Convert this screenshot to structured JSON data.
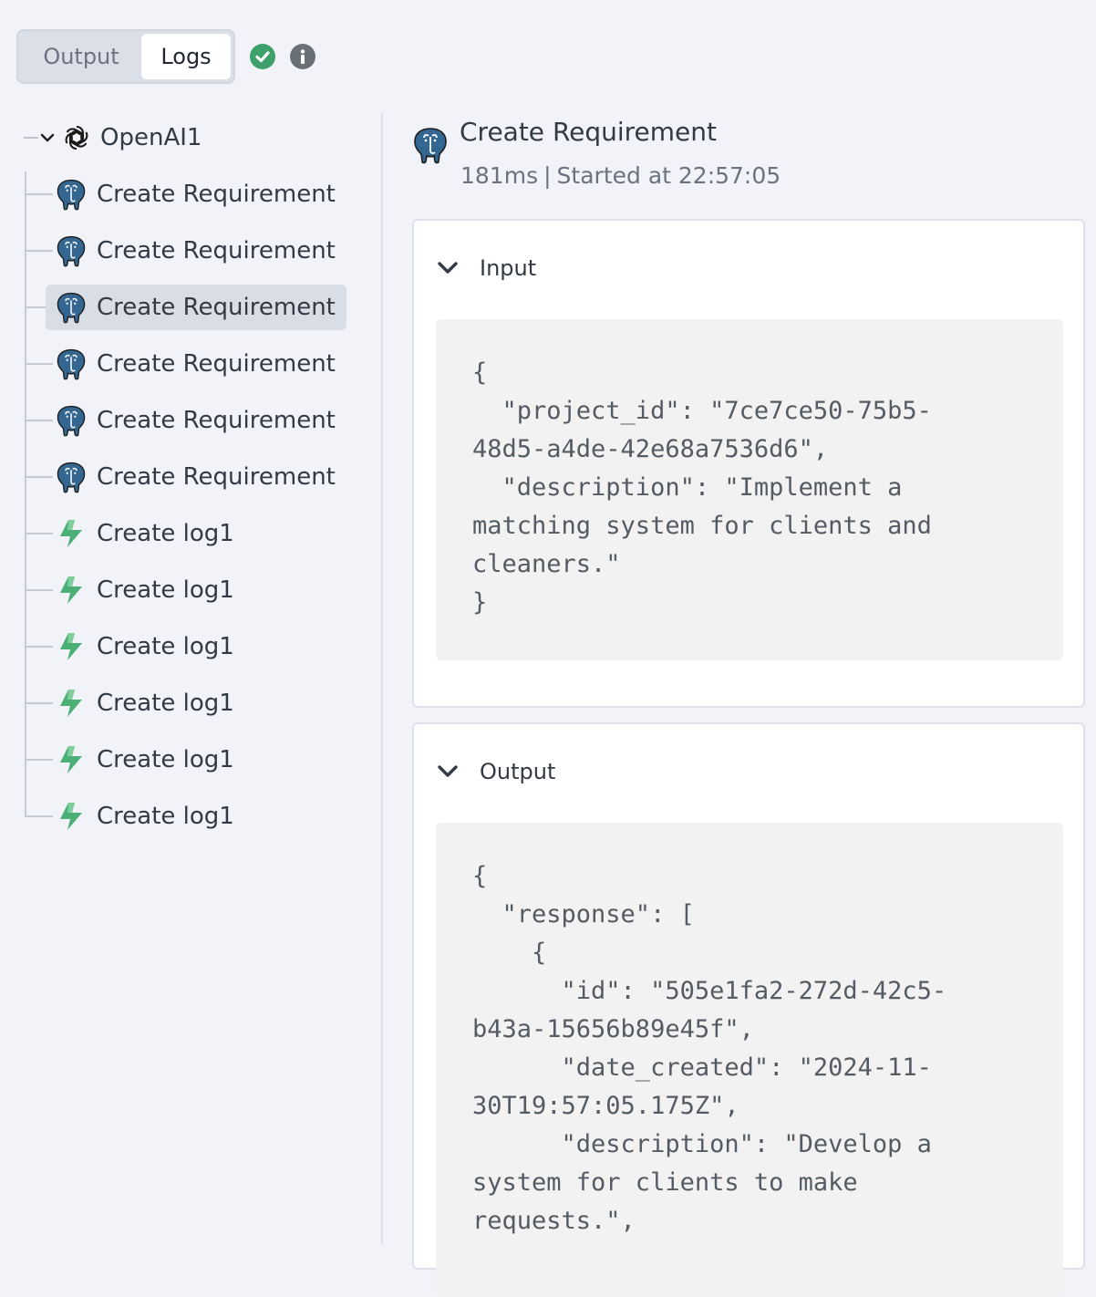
{
  "toggle": {
    "output_label": "Output",
    "logs_label": "Logs",
    "active": "Logs"
  },
  "colors": {
    "success": "#3ea16b",
    "postgres_blue": "#336791",
    "flash_green": "#4caf76"
  },
  "tree": {
    "root": {
      "label": "OpenAI1",
      "icon": "openai-icon"
    },
    "items": [
      {
        "label": "Create Requirement",
        "icon": "postgres-icon",
        "selected": false
      },
      {
        "label": "Create Requirement",
        "icon": "postgres-icon",
        "selected": false
      },
      {
        "label": "Create Requirement",
        "icon": "postgres-icon",
        "selected": true
      },
      {
        "label": "Create Requirement",
        "icon": "postgres-icon",
        "selected": false
      },
      {
        "label": "Create Requirement",
        "icon": "postgres-icon",
        "selected": false
      },
      {
        "label": "Create Requirement",
        "icon": "postgres-icon",
        "selected": false
      },
      {
        "label": "Create log1",
        "icon": "flash-icon",
        "selected": false
      },
      {
        "label": "Create log1",
        "icon": "flash-icon",
        "selected": false
      },
      {
        "label": "Create log1",
        "icon": "flash-icon",
        "selected": false
      },
      {
        "label": "Create log1",
        "icon": "flash-icon",
        "selected": false
      },
      {
        "label": "Create log1",
        "icon": "flash-icon",
        "selected": false
      },
      {
        "label": "Create log1",
        "icon": "flash-icon",
        "selected": false
      }
    ]
  },
  "detail": {
    "title": "Create Requirement",
    "duration": "181ms",
    "started": "Started at 22:57:05",
    "input": {
      "label": "Input",
      "code": "{\n  \"project_id\": \"7ce7ce50-75b5-\n48d5-a4de-42e68a7536d6\",\n  \"description\": \"Implement a\nmatching system for clients and\ncleaners.\"\n}"
    },
    "output": {
      "label": "Output",
      "code": "{\n  \"response\": [\n    {\n      \"id\": \"505e1fa2-272d-42c5-\nb43a-15656b89e45f\",\n      \"date_created\": \"2024-11-\n30T19:57:05.175Z\",\n      \"description\": \"Develop a\nsystem for clients to make\nrequests.\","
    }
  }
}
